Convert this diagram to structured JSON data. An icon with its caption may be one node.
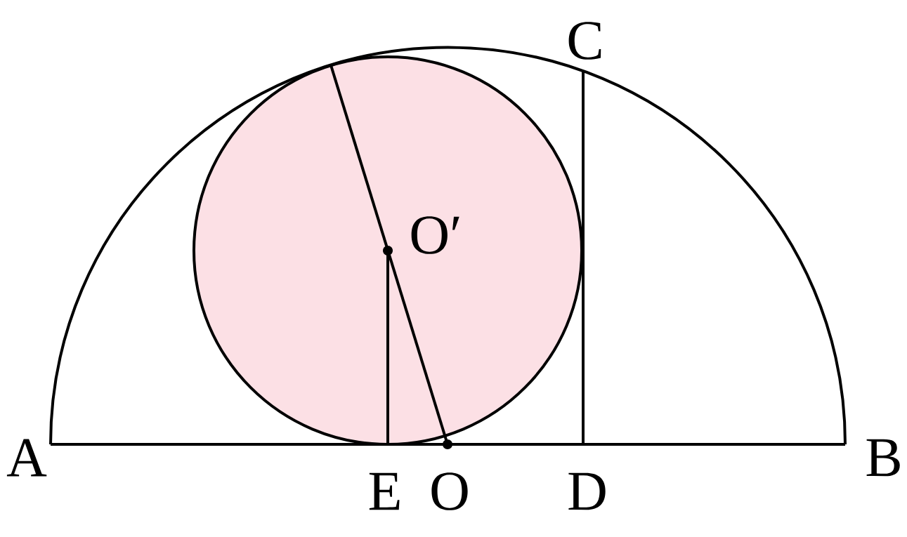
{
  "diagram": {
    "labels": [
      "C",
      "O′",
      "A",
      "E",
      "O",
      "D",
      "B"
    ]
  }
}
